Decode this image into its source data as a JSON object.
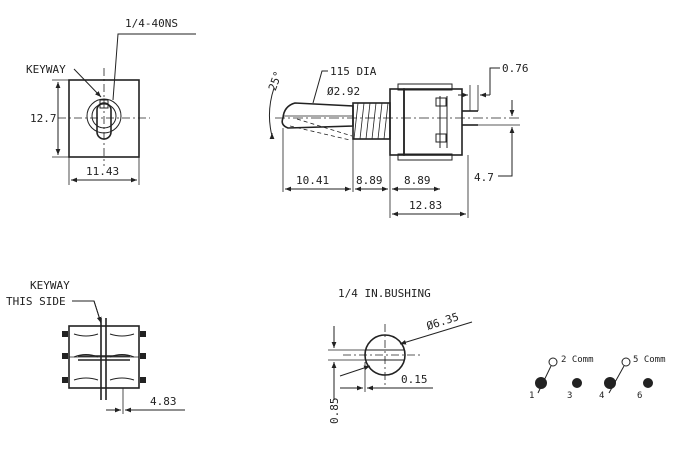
{
  "top_left": {
    "thread_label": "1/4-40NS",
    "keyway_label": "KEYWAY",
    "height_dim": "12.7",
    "width_dim": "11.43"
  },
  "top_right": {
    "angle_label": "25°",
    "dia_label": "115 DIA",
    "phi_label": "Ø2.92",
    "pin_width_dim": "0.76",
    "lever_dim": "10.41",
    "bush_dim": "8.89",
    "body_dim": "8.89",
    "pin_offset_dim": "4.7",
    "total_dim": "12.83"
  },
  "bottom_left": {
    "keyway_line1": "KEYWAY",
    "keyway_line2": "THIS SIDE",
    "pitch_dim": "4.83"
  },
  "bottom_mid": {
    "title": "1/4 IN.BUSHING",
    "phi_label": "Ø6.35",
    "flat_dim": "0.15",
    "key_dim": "0.85"
  },
  "schematic": {
    "comm_a": "2 Comm",
    "comm_b": "5 Comm",
    "pins": [
      "1",
      "3",
      "4",
      "6"
    ]
  }
}
